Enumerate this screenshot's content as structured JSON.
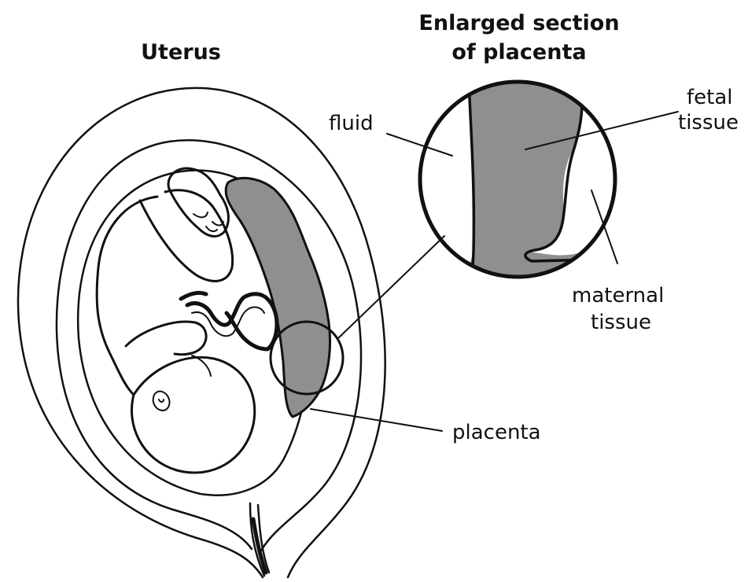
{
  "titles": {
    "uterus": "Uterus",
    "enlarged_line1": "Enlarged section",
    "enlarged_line2": "of placenta"
  },
  "labels": {
    "fluid": "fluid",
    "fetal_line1": "fetal",
    "fetal_line2": "tissue",
    "maternal_line1": "maternal",
    "maternal_line2": "tissue",
    "placenta": "placenta"
  },
  "colors": {
    "line": "#111111",
    "placenta_fill": "#8f8f8f",
    "background": "#ffffff"
  }
}
